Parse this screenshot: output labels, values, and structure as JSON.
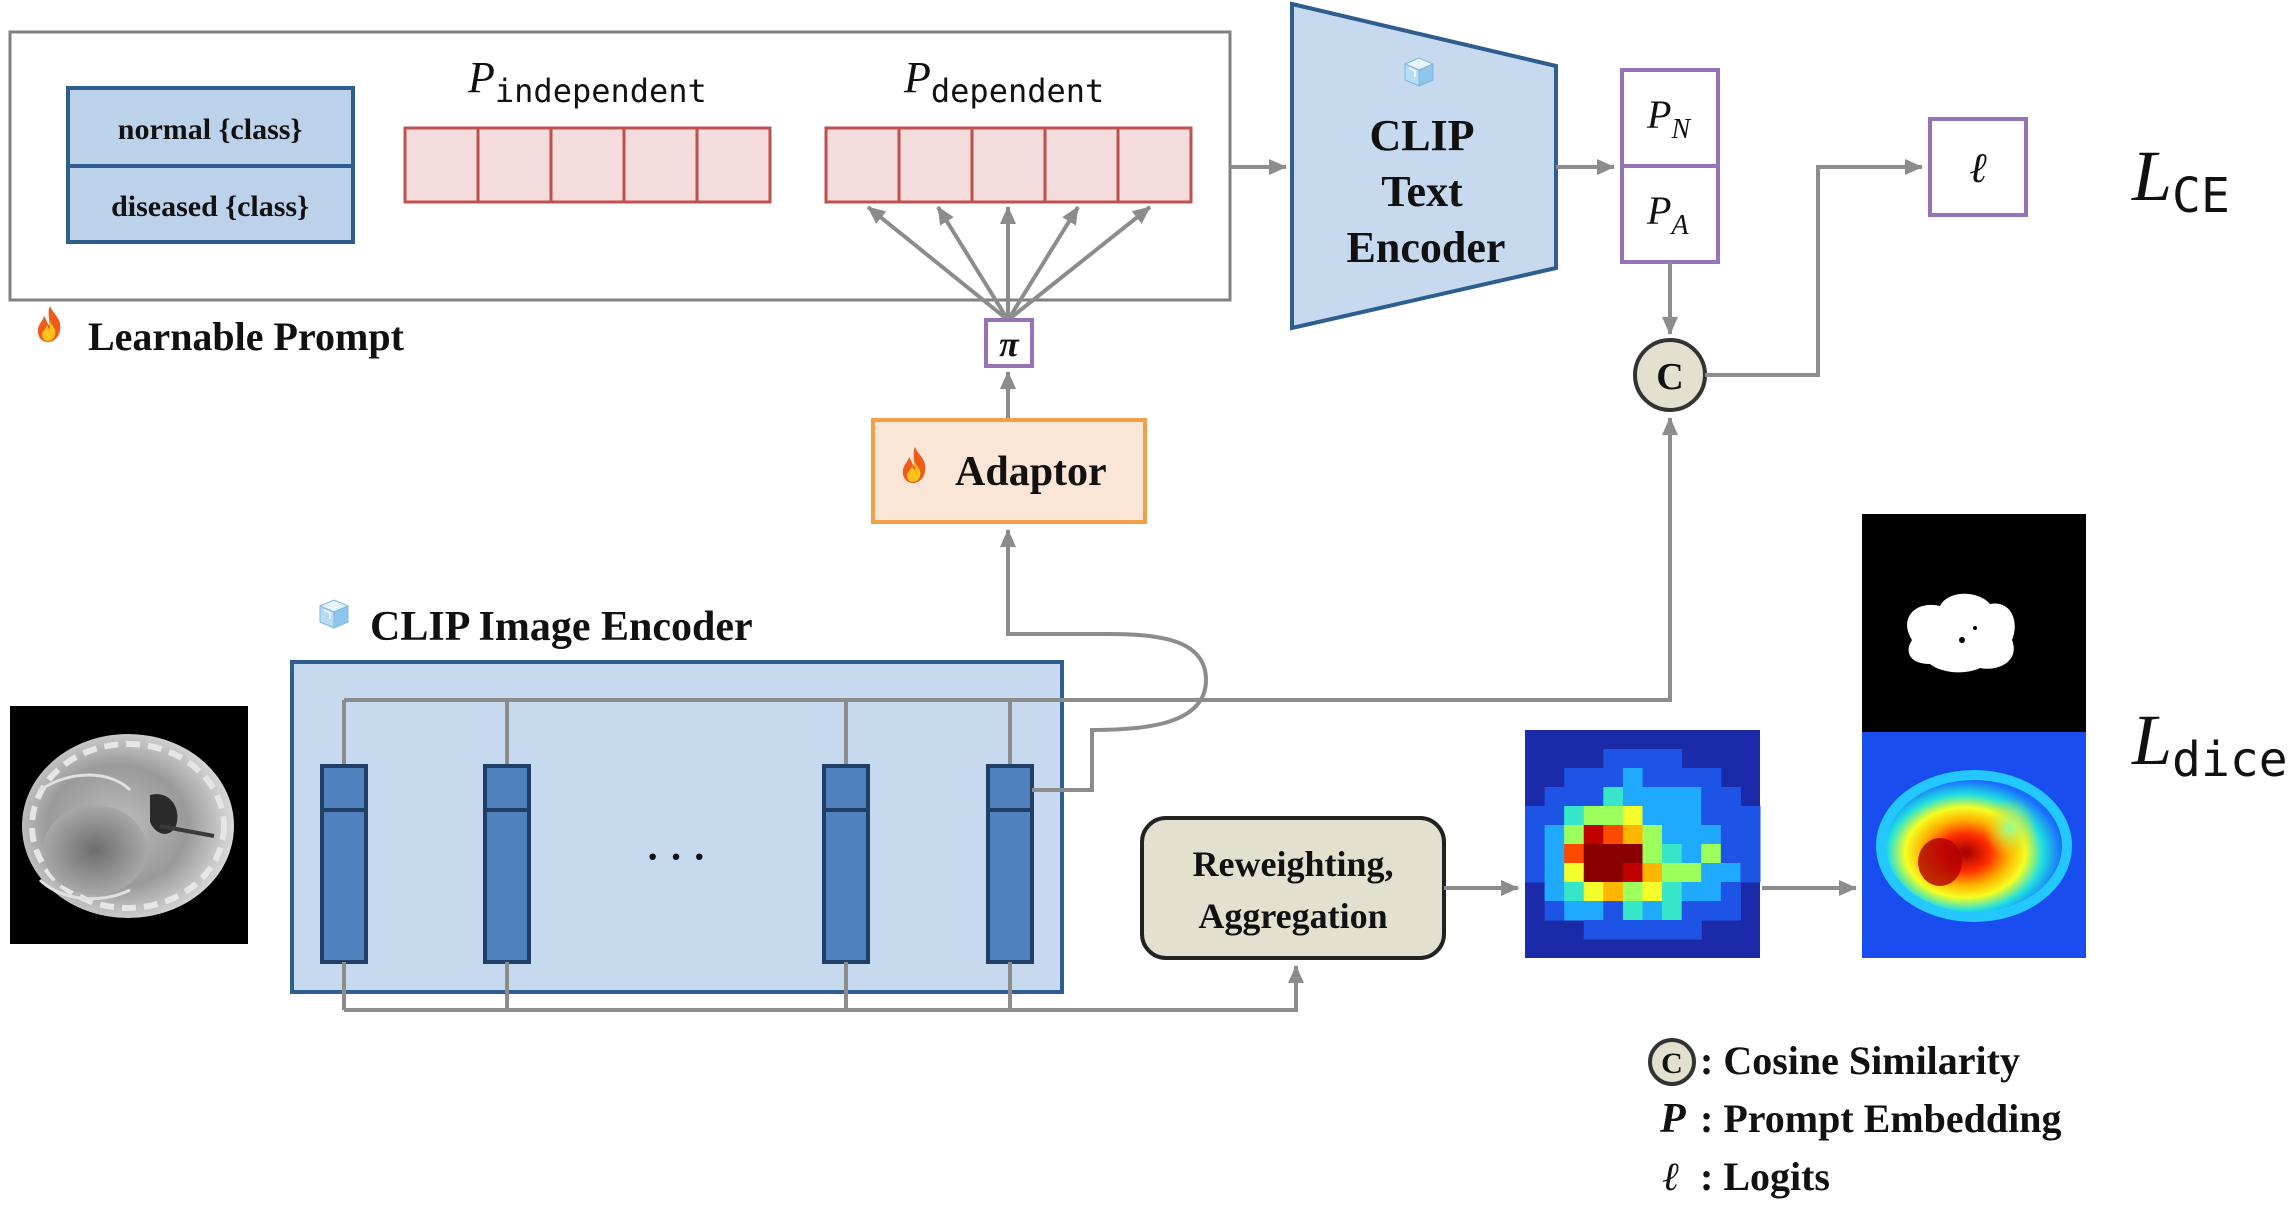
{
  "prompt": {
    "class_labels": [
      "normal {class}",
      "diseased {class}"
    ],
    "p_independent": {
      "symbol": "P",
      "subscript": "independent"
    },
    "p_dependent": {
      "symbol": "P",
      "subscript": "dependent"
    },
    "learnable_label": "Learnable Prompt"
  },
  "pi_label": "π",
  "adaptor_label": "Adaptor",
  "text_encoder": {
    "lines": [
      "CLIP",
      "Text",
      "Encoder"
    ]
  },
  "embeddings": {
    "pn": {
      "symbol": "P",
      "subscript": "N"
    },
    "pa": {
      "symbol": "P",
      "subscript": "A"
    }
  },
  "logit_label": "ℓ",
  "cosine_symbol": "C",
  "losses": {
    "ce": {
      "symbol": "L",
      "subscript": "CE"
    },
    "dice": {
      "symbol": "L",
      "subscript": "dice"
    }
  },
  "image_encoder": {
    "label": "CLIP Image Encoder",
    "ellipsis": "· · ·"
  },
  "aggregation": {
    "lines": [
      "Reweighting,",
      "Aggregation"
    ]
  },
  "legend": [
    {
      "symbol": "C",
      "text": ": Cosine Similarity"
    },
    {
      "symbol": "P",
      "text": ": Prompt Embedding"
    },
    {
      "symbol": "ℓ",
      "text": ": Logits"
    }
  ],
  "colors": {
    "arrow": "#8c8c8c",
    "prompt_fill": "#f4dcdc",
    "prompt_stroke": "#c0504d",
    "class_fill": "#bcd1ea",
    "class_stroke": "#2e5d8f",
    "encoder_fill": "#c7d9ef",
    "encoder_stroke": "#2e5d8f",
    "token_fill": "#4f81bd",
    "purple": "#9673b9",
    "adaptor_fill": "#fbe5d6",
    "adaptor_stroke": "#f0a04b",
    "aggregation_fill": "#e3e0cf",
    "cosine_fill": "#e3e0cf"
  },
  "icons": [
    "fire-icon",
    "ice-cube-icon",
    "brain-mri-image",
    "coarse-heatmap-image",
    "mask-image",
    "fine-heatmap-image"
  ]
}
